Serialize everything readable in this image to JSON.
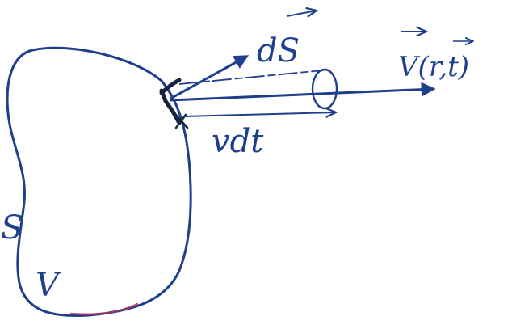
{
  "labels": {
    "surface_element": "dS",
    "velocity": "V(r,t)",
    "displacement": "vdt",
    "surface": "S",
    "volume": "V"
  },
  "colors": {
    "ink": "#1e3f8c",
    "bold_ink": "#17233f",
    "accent": "#b0305a"
  }
}
